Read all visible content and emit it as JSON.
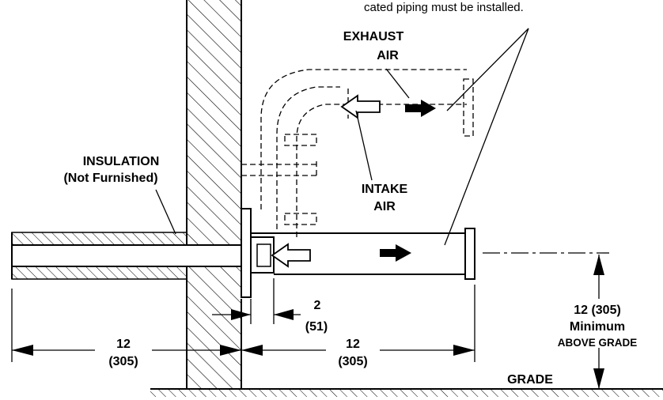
{
  "note": {
    "text": "cated piping must be installed."
  },
  "labels": {
    "exhaust_line1": "EXHAUST",
    "exhaust_line2": "AIR",
    "insulation_line1": "INSULATION",
    "insulation_line2": "(Not Furnished)",
    "intake_line1": "INTAKE",
    "intake_line2": "AIR",
    "grade": "GRADE"
  },
  "dimensions": {
    "left_in": "12",
    "left_mm": "(305)",
    "gap_in": "2",
    "gap_mm": "(51)",
    "right_in": "12",
    "right_mm": "(305)",
    "height_in": "12 (305)",
    "height_min": "Minimum",
    "height_note": "ABOVE GRADE"
  }
}
